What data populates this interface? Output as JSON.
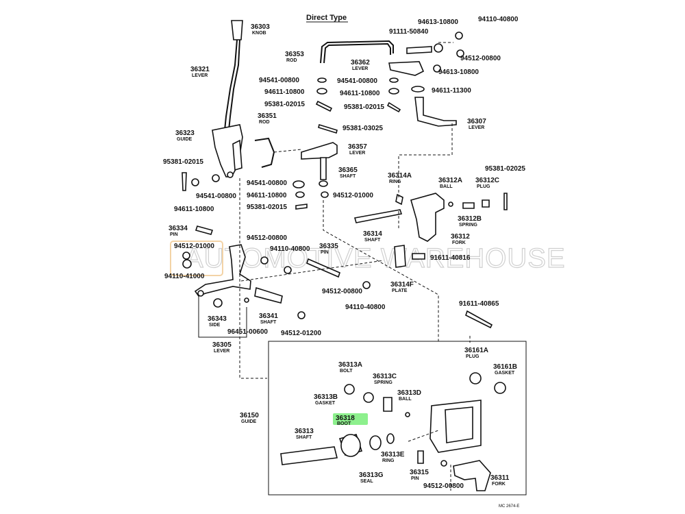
{
  "diagram": {
    "title": "Direct Type",
    "code": "MC 2674-E",
    "watermark": "AUTOMOTIVE WAREHOUSE",
    "highlight_color": "#8df08d",
    "parts": [
      {
        "num": "36303",
        "name": "KNOB"
      },
      {
        "num": "36321",
        "name": "LEVER"
      },
      {
        "num": "36323",
        "name": "GUIDE"
      },
      {
        "num": "95381-02015",
        "name": ""
      },
      {
        "num": "94541-00800",
        "name": ""
      },
      {
        "num": "94611-10800",
        "name": ""
      },
      {
        "num": "36334",
        "name": "PIN"
      },
      {
        "num": "94512-01000",
        "name": ""
      },
      {
        "num": "94110-41000",
        "name": ""
      },
      {
        "num": "36343",
        "name": "SIDE"
      },
      {
        "num": "36305",
        "name": "LEVER"
      },
      {
        "num": "36353",
        "name": "ROD"
      },
      {
        "num": "94541-00800",
        "name": ""
      },
      {
        "num": "94611-10800",
        "name": ""
      },
      {
        "num": "95381-02015",
        "name": ""
      },
      {
        "num": "36351",
        "name": "ROD"
      },
      {
        "num": "95381-03025",
        "name": ""
      },
      {
        "num": "36357",
        "name": "LEVER"
      },
      {
        "num": "36365",
        "name": "SHAFT"
      },
      {
        "num": "94541-00800",
        "name": ""
      },
      {
        "num": "94611-10800",
        "name": ""
      },
      {
        "num": "94512-01000",
        "name": ""
      },
      {
        "num": "95381-02015",
        "name": ""
      },
      {
        "num": "94512-00800",
        "name": ""
      },
      {
        "num": "94110-40800",
        "name": ""
      },
      {
        "num": "36335",
        "name": "PIN"
      },
      {
        "num": "36341",
        "name": "SHAFT"
      },
      {
        "num": "96451-00600",
        "name": ""
      },
      {
        "num": "94512-01200",
        "name": ""
      },
      {
        "num": "94512-00800",
        "name": ""
      },
      {
        "num": "94110-40800",
        "name": ""
      },
      {
        "num": "91111-50840",
        "name": ""
      },
      {
        "num": "94613-10800",
        "name": ""
      },
      {
        "num": "94110-40800",
        "name": ""
      },
      {
        "num": "94512-00800",
        "name": ""
      },
      {
        "num": "36362",
        "name": "LEVER"
      },
      {
        "num": "94613-10800",
        "name": ""
      },
      {
        "num": "94541-00800",
        "name": ""
      },
      {
        "num": "94611-10800",
        "name": ""
      },
      {
        "num": "94611-11300",
        "name": ""
      },
      {
        "num": "95381-02015",
        "name": ""
      },
      {
        "num": "36307",
        "name": "LEVER"
      },
      {
        "num": "36314A",
        "name": "RING"
      },
      {
        "num": "36312A",
        "name": "BALL"
      },
      {
        "num": "36312C",
        "name": "PLUG"
      },
      {
        "num": "95381-02025",
        "name": ""
      },
      {
        "num": "36312B",
        "name": "SPRING"
      },
      {
        "num": "36312",
        "name": "FORK"
      },
      {
        "num": "36314",
        "name": "SHAFT"
      },
      {
        "num": "91611-40816",
        "name": ""
      },
      {
        "num": "36314F",
        "name": "PLATE"
      },
      {
        "num": "91611-40865",
        "name": ""
      },
      {
        "num": "36150",
        "name": "GUIDE"
      },
      {
        "num": "36313A",
        "name": "BOLT"
      },
      {
        "num": "36313C",
        "name": "SPRING"
      },
      {
        "num": "36313D",
        "name": "BALL"
      },
      {
        "num": "36313B",
        "name": "GASKET"
      },
      {
        "num": "36318",
        "name": "BOOT"
      },
      {
        "num": "36313",
        "name": "SHAFT"
      },
      {
        "num": "36313E",
        "name": "RING"
      },
      {
        "num": "36313G",
        "name": "SEAL"
      },
      {
        "num": "36315",
        "name": "PIN"
      },
      {
        "num": "94512-00800",
        "name": ""
      },
      {
        "num": "36311",
        "name": "FORK"
      },
      {
        "num": "36161A",
        "name": "PLUG"
      },
      {
        "num": "36161B",
        "name": "GASKET"
      }
    ]
  }
}
